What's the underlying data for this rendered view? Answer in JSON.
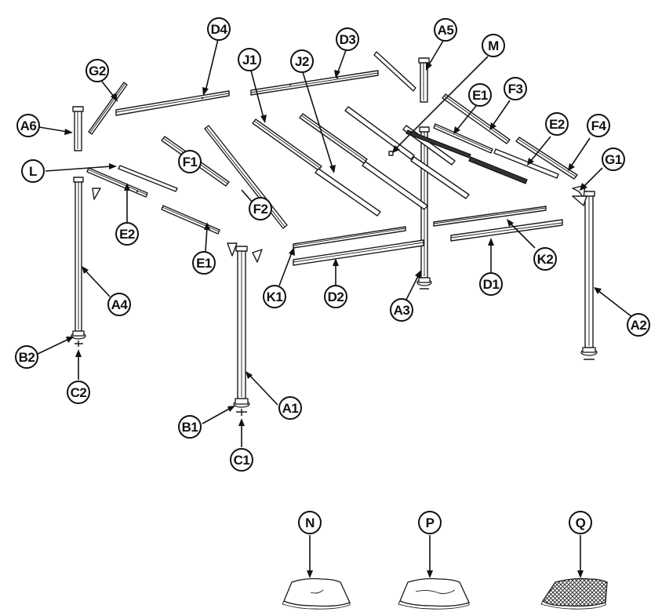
{
  "labels": {
    "A1": "A1",
    "A2": "A2",
    "A3": "A3",
    "A4": "A4",
    "A5": "A5",
    "A6": "A6",
    "B1": "B1",
    "B2": "B2",
    "C1": "C1",
    "C2": "C2",
    "D1": "D1",
    "D2": "D2",
    "D3": "D3",
    "D4": "D4",
    "E1": "E1",
    "E2": "E2",
    "E1b": "E1",
    "E2b": "E2",
    "F1": "F1",
    "F2": "F2",
    "F3": "F3",
    "F4": "F4",
    "G1": "G1",
    "G2": "G2",
    "J1": "J1",
    "J2": "J2",
    "K1": "K1",
    "K2": "K2",
    "L": "L",
    "M": "M",
    "N": "N",
    "P": "P",
    "Q": "Q"
  }
}
